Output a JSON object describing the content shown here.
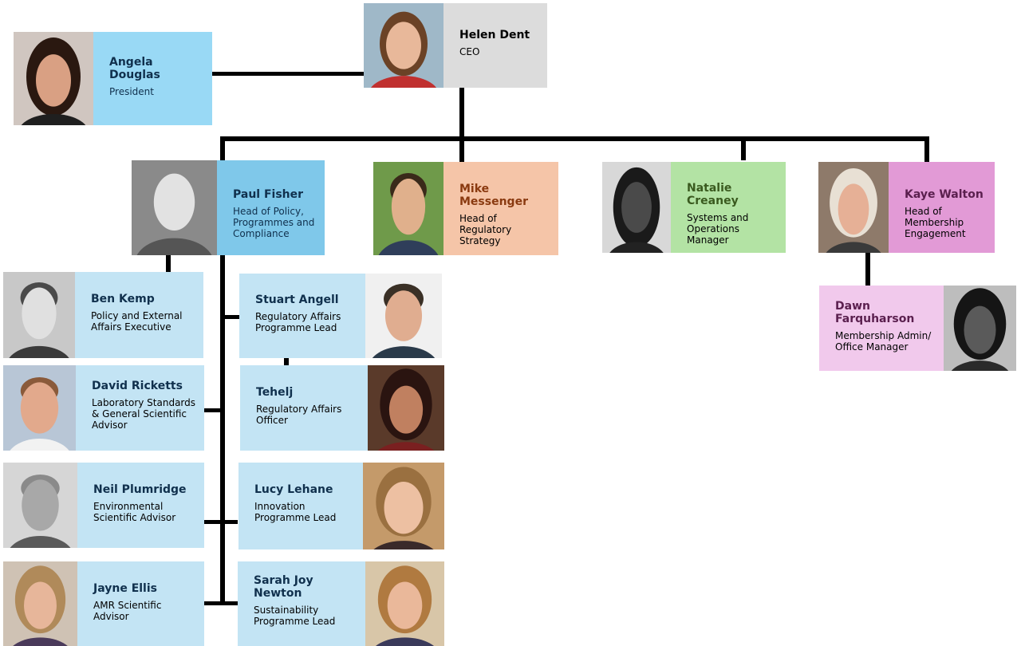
{
  "people": {
    "helen": {
      "name": "Helen Dent",
      "role": "CEO"
    },
    "angela": {
      "name": "Angela\nDouglas",
      "role": "President"
    },
    "paul": {
      "name": "Paul Fisher",
      "role": "Head of Policy,\nProgrammes and\nCompliance"
    },
    "mike": {
      "name": "Mike\nMessenger",
      "role": "Head of\nRegulatory\nStrategy"
    },
    "natalie": {
      "name": "Natalie\nCreaney",
      "role": "Systems and\nOperations\nManager"
    },
    "kaye": {
      "name": "Kaye Walton",
      "role": "Head of\nMembership\nEngagement"
    },
    "dawn": {
      "name": "Dawn\nFarquharson",
      "role": "Membership Admin/\nOffice Manager"
    },
    "ben": {
      "name": "Ben Kemp",
      "role": "Policy and External\nAffairs Executive"
    },
    "david": {
      "name": "David Ricketts",
      "role": "Laboratory Standards\n& General Scientific\nAdvisor"
    },
    "neil": {
      "name": "Neil Plumridge",
      "role": "Environmental\nScientific Advisor"
    },
    "jayne": {
      "name": "Jayne Ellis",
      "role": "AMR Scientific\nAdvisor"
    },
    "stuart": {
      "name": "Stuart Angell",
      "role": "Regulatory Affairs\nProgramme Lead"
    },
    "tehelj": {
      "name": "Tehelj",
      "role": "Regulatory Affairs\nOfficer"
    },
    "lucy": {
      "name": "Lucy Lehane",
      "role": "Innovation\nProgramme Lead"
    },
    "sarah": {
      "name": "Sarah Joy\nNewton",
      "role": "Sustainability\nProgramme Lead"
    }
  },
  "colors": {
    "ceo_box": "#dcdcdc",
    "president_box": "#99d9f5",
    "policy_box": "#7fc8ea",
    "regulatory_box": "#f5c5a8",
    "systems_box": "#b3e3a4",
    "membership_box": "#e29ad6",
    "membership_sub_box": "#f1c9ec",
    "team_box": "#c3e4f4",
    "dark_navy_text": "#10304d",
    "brown_text": "#8a3a10",
    "green_text": "#3a5a1f",
    "purple_text": "#5a1f4e"
  }
}
